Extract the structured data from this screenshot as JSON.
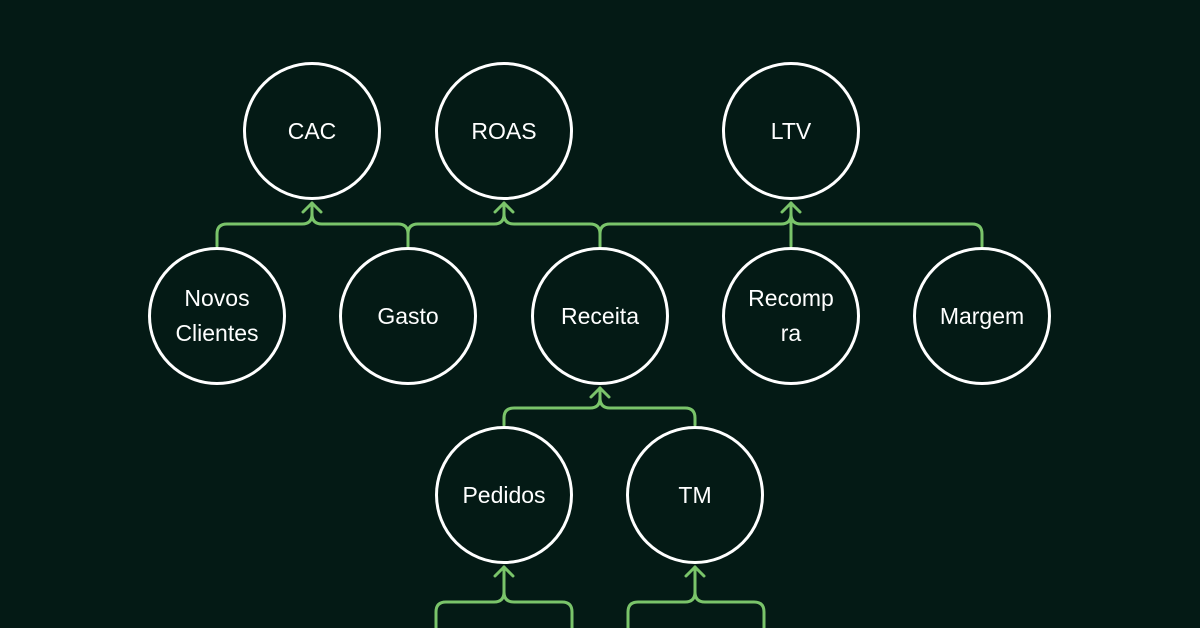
{
  "diagram": {
    "line_color": "#7ac46a",
    "node_border_color": "#ffffff",
    "background": "#041a15",
    "nodes": {
      "cac": "CAC",
      "roas": "ROAS",
      "ltv": "LTV",
      "novos_clientes": "Novos\nClientes",
      "gasto": "Gasto",
      "receita": "Receita",
      "recompra": "Recomp\nra",
      "margem": "Margem",
      "pedidos": "Pedidos",
      "tm": "TM"
    },
    "edges": [
      {
        "from": "novos_clientes",
        "to": "cac"
      },
      {
        "from": "gasto",
        "to": "cac"
      },
      {
        "from": "gasto",
        "to": "roas"
      },
      {
        "from": "receita",
        "to": "roas"
      },
      {
        "from": "receita",
        "to": "ltv"
      },
      {
        "from": "recompra",
        "to": "ltv"
      },
      {
        "from": "margem",
        "to": "ltv"
      },
      {
        "from": "pedidos",
        "to": "receita"
      },
      {
        "from": "tm",
        "to": "receita"
      }
    ]
  }
}
